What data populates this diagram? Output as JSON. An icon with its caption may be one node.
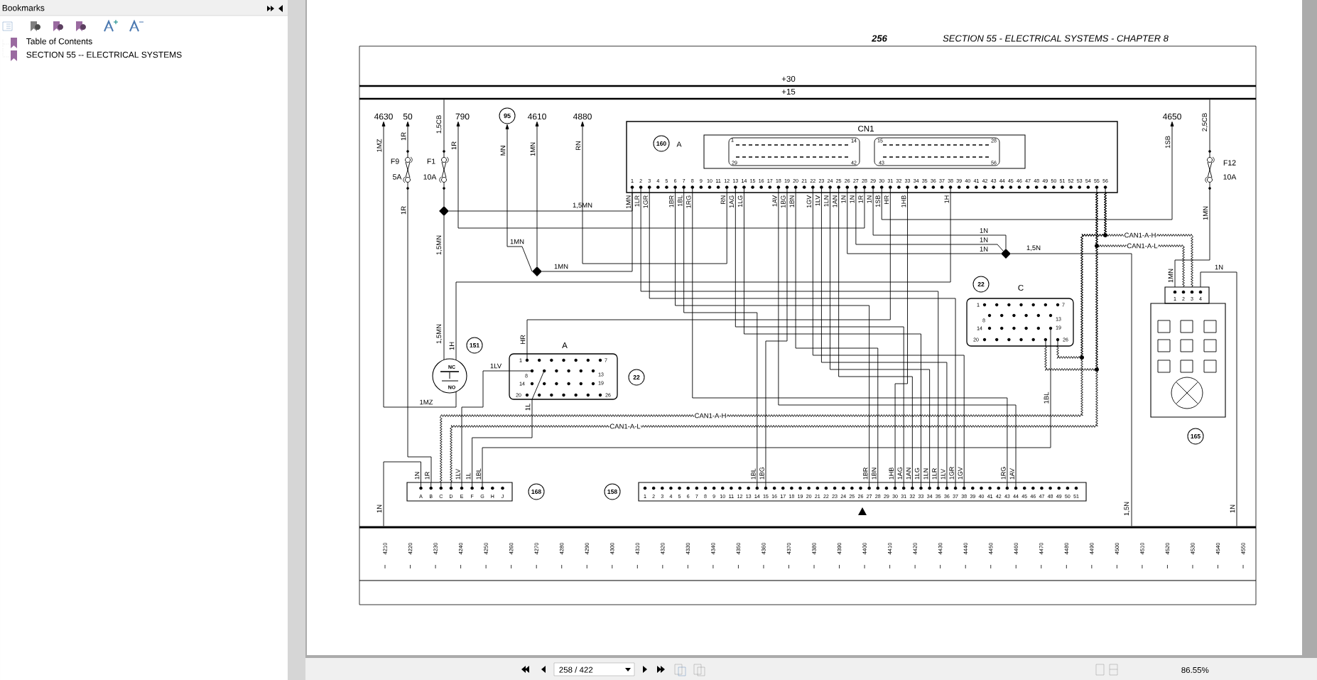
{
  "diagram": {
    "nodes": [
      {
        "text": [
          "+30"
        ]
      },
      {
        "text": [
          "+15"
        ]
      },
      {
        "text": [],
        "shape": "bar"
      },
      {
        "text": [
          "4630"
        ]
      },
      {
        "text": [
          "50"
        ]
      },
      {
        "text": [
          "790"
        ]
      },
      {
        "text": [
          "95"
        ]
      },
      {
        "text": [
          "4610"
        ]
      },
      {
        "text": [
          "4880"
        ]
      },
      {
        "text": [
          "4650"
        ]
      },
      {
        "text": [],
        "shape": "fuse",
        "beside": [
          "F9",
          "5A"
        ]
      },
      {
        "text": [],
        "shape": "fuse",
        "beside": [
          "F1",
          "10A"
        ]
      },
      {
        "text": [],
        "shape": "fuse",
        "beside": [
          "F12",
          "10A"
        ]
      },
      {
        "text": [],
        "shape": "diamond"
      },
      {
        "text": [],
        "shape": "diamond"
      },
      {
        "text": [],
        "shape": "diamond"
      },
      {
        "text": [
          "CN1",
          "160",
          "A"
        ]
      },
      {
        "text": [
          "NC",
          "NO"
        ]
      },
      {
        "text": [
          "A"
        ]
      },
      {
        "text": [
          "C"
        ]
      },
      {
        "text": [],
        "shape": "box"
      },
      {
        "text": [],
        "shape": "box"
      },
      {
        "text": [],
        "shape": "box"
      },
      {
        "text": [
          "151"
        ]
      },
      {
        "text": [
          "22"
        ]
      },
      {
        "text": [
          "22"
        ]
      },
      {
        "text": [
          "168"
        ]
      },
      {
        "text": [
          "158"
        ]
      },
      {
        "text": [
          "165"
        ]
      }
    ],
    "edges": [
      {
        "from": 1,
        "to": 11,
        "arrow": "none",
        "label": "1,5CB"
      },
      {
        "from": 11,
        "to": 13,
        "arrow": "none"
      },
      {
        "from": 13,
        "to": 16,
        "arrow": "none",
        "label": "1,5MN"
      },
      {
        "from": 13,
        "to": 17,
        "arrow": "none",
        "label": "1,5MN"
      },
      {
        "from": 17,
        "to": 3,
        "arrow": "to",
        "label": "1MZ"
      },
      {
        "from": 10,
        "to": 4,
        "arrow": "to",
        "label": "1R"
      },
      {
        "from": 10,
        "to": 20,
        "arrow": "none",
        "label": "1R"
      },
      {
        "from": 16,
        "to": 5,
        "arrow": "to",
        "label": "1R"
      },
      {
        "from": 14,
        "to": 6,
        "arrow": "to",
        "label": "1MN"
      },
      {
        "from": 14,
        "to": 7,
        "arrow": "to",
        "label": "1MN"
      },
      {
        "from": 14,
        "to": 16,
        "arrow": "none",
        "label": "1MN"
      },
      {
        "from": 16,
        "to": 8,
        "arrow": "to",
        "label": "RN"
      },
      {
        "from": 16,
        "to": 9,
        "arrow": "to",
        "label": "1SB"
      },
      {
        "from": 16,
        "to": 15,
        "arrow": "none",
        "label": "1N"
      },
      {
        "from": 16,
        "to": 15,
        "arrow": "none",
        "label": "1N"
      },
      {
        "from": 16,
        "to": 15,
        "arrow": "none",
        "label": "1N"
      },
      {
        "from": 15,
        "to": 2,
        "arrow": "none",
        "label": "1,5N"
      },
      {
        "from": 16,
        "to": 18,
        "arrow": "none",
        "label": "HR"
      },
      {
        "from": 16,
        "to": 17,
        "arrow": "none",
        "label": "1H"
      },
      {
        "from": 18,
        "to": 20,
        "arrow": "none",
        "label": "1LV"
      },
      {
        "from": 18,
        "to": 20,
        "arrow": "none",
        "label": "1L"
      },
      {
        "from": 19,
        "to": 20,
        "arrow": "none",
        "label": "1BL"
      },
      {
        "from": 16,
        "to": 21,
        "arrow": "none"
      },
      {
        "from": 16,
        "to": 21,
        "arrow": "none"
      },
      {
        "from": 16,
        "to": 21,
        "arrow": "none"
      },
      {
        "from": 16,
        "to": 21,
        "arrow": "none"
      },
      {
        "from": 16,
        "to": 21,
        "arrow": "none"
      },
      {
        "from": 16,
        "to": 21,
        "arrow": "none"
      },
      {
        "from": 16,
        "to": 21,
        "arrow": "none"
      },
      {
        "from": 16,
        "to": 21,
        "arrow": "none"
      },
      {
        "from": 16,
        "to": 21,
        "arrow": "none"
      },
      {
        "from": 16,
        "to": 21,
        "arrow": "none"
      },
      {
        "from": 16,
        "to": 21,
        "arrow": "none"
      },
      {
        "from": 16,
        "to": 21,
        "arrow": "none"
      },
      {
        "from": 16,
        "to": 21,
        "arrow": "none"
      },
      {
        "from": 16,
        "to": 21,
        "arrow": "none"
      },
      {
        "from": 16,
        "to": 21,
        "arrow": "none"
      },
      {
        "from": 16,
        "to": 20,
        "arrow": "none",
        "label": "CAN1-A-H"
      },
      {
        "from": 16,
        "to": 20,
        "arrow": "none",
        "label": "CAN1-A-L"
      },
      {
        "from": 16,
        "to": 22,
        "arrow": "none",
        "label": "CAN1-A-H"
      },
      {
        "from": 16,
        "to": 22,
        "arrow": "none",
        "label": "CAN1-A-L"
      },
      {
        "from": 16,
        "to": 19,
        "arrow": "none"
      },
      {
        "from": 16,
        "to": 19,
        "arrow": "none"
      },
      {
        "from": 1,
        "to": 12,
        "arrow": "none",
        "label": "2,5CB"
      },
      {
        "from": 12,
        "to": 22,
        "arrow": "none",
        "label": "1MN"
      },
      {
        "from": 22,
        "to": 2,
        "arrow": "none",
        "label": "1N"
      },
      {
        "from": 20,
        "to": 2,
        "arrow": "none",
        "label": "1N"
      }
    ],
    "labels": [
      "Bookmarks",
      "Table of Contents",
      "SECTION 55 -- ELECTRICAL SYSTEMS",
      "256",
      "SECTION 55 - ELECTRICAL SYSTEMS - CHAPTER 8",
      "1MZ",
      "MN",
      "1,5MN",
      "1MN",
      "1,5N",
      "1N",
      "1",
      "14",
      "29",
      "42",
      "15",
      "28",
      "43",
      "56",
      "1",
      "2",
      "3",
      "4",
      "5",
      "6",
      "7",
      "8",
      "9",
      "10",
      "11",
      "12",
      "13",
      "14",
      "15",
      "16",
      "17",
      "18",
      "19",
      "20",
      "21",
      "22",
      "23",
      "24",
      "25",
      "26",
      "27",
      "28",
      "29",
      "30",
      "31",
      "32",
      "33",
      "34",
      "35",
      "36",
      "37",
      "38",
      "39",
      "40",
      "41",
      "42",
      "43",
      "44",
      "45",
      "46",
      "47",
      "48",
      "49",
      "50",
      "51",
      "52",
      "53",
      "54",
      "55",
      "56",
      "1MN",
      "1LR",
      "1GR",
      "1BR",
      "1BL",
      "1RG",
      "RN",
      "1AG",
      "1LG",
      "1AV",
      "1BG",
      "1BN",
      "1GV",
      "1LV",
      "1LN",
      "1AN",
      "1N",
      "1N",
      "1R",
      "1N",
      "1SB",
      "HR",
      "1HB",
      "1H",
      "1",
      "7",
      "8",
      "13",
      "14",
      "19",
      "20",
      "26",
      "1",
      "7",
      "8",
      "13",
      "14",
      "19",
      "20",
      "26",
      "1",
      "2",
      "3",
      "4",
      "1N",
      "1R",
      "1LV",
      "1L",
      "1BL",
      "A",
      "B",
      "C",
      "D",
      "E",
      "F",
      "G",
      "H",
      "J",
      "1BL",
      "1BG",
      "1BR",
      "1BN",
      "1HB",
      "1AG",
      "1AN",
      "1LG",
      "1LN",
      "1LR",
      "1LV",
      "1GR",
      "1GV",
      "1RG",
      "1AV",
      "1",
      "2",
      "3",
      "4",
      "5",
      "6",
      "7",
      "8",
      "9",
      "10",
      "11",
      "12",
      "13",
      "14",
      "15",
      "16",
      "17",
      "18",
      "19",
      "20",
      "21",
      "22",
      "23",
      "24",
      "25",
      "26",
      "27",
      "28",
      "29",
      "30",
      "31",
      "32",
      "33",
      "34",
      "35",
      "36",
      "37",
      "38",
      "39",
      "40",
      "41",
      "42",
      "43",
      "44",
      "45",
      "46",
      "47",
      "48",
      "49",
      "50",
      "51",
      "4210",
      "4220",
      "4230",
      "4240",
      "4250",
      "4260",
      "4270",
      "4280",
      "4290",
      "4300",
      "4310",
      "4320",
      "4330",
      "4340",
      "4350",
      "4360",
      "4370",
      "4380",
      "4390",
      "4400",
      "4410",
      "4420",
      "4430",
      "4440",
      "4450",
      "4460",
      "4470",
      "4480",
      "4490",
      "4500",
      "4510",
      "4520",
      "4530",
      "4540",
      "4550",
      "258 / 422",
      "86.55%"
    ]
  }
}
